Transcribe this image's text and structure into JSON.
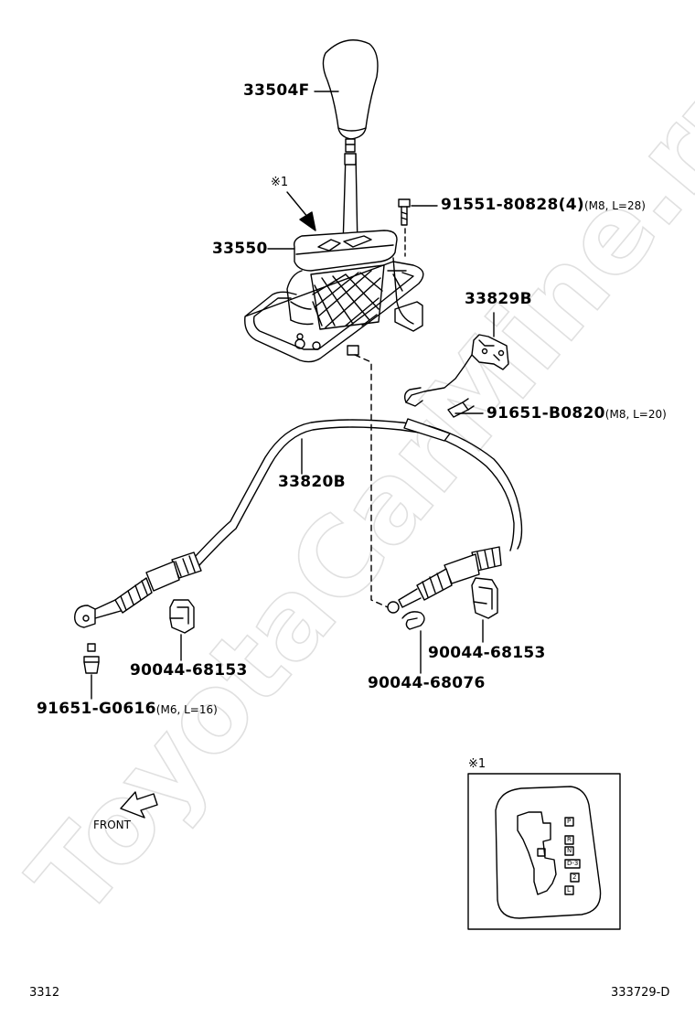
{
  "watermark": "ToyotaCarMine.ru",
  "parts": {
    "knob": "33504F",
    "shift_lever": "33550",
    "bolt_top": "91551-80828",
    "bolt_top_qty": "(4)",
    "bolt_top_spec": "(M8, L=28)",
    "bracket": "33829B",
    "bolt_bracket": "91651-B0820",
    "bolt_bracket_spec": "(M8, L=20)",
    "cable": "33820B",
    "clip_left": "90044-68153",
    "clip_right": "90044-68153",
    "bolt_left": "91651-G0616",
    "bolt_left_spec": "(M6, L=16)",
    "clip_pin": "90044-68076"
  },
  "callout_mark": "※1",
  "inset": {
    "mark": "※1",
    "gate_positions": [
      "P",
      "R",
      "N",
      "D-3",
      "2",
      "L"
    ]
  },
  "front_label": "FRONT",
  "footer": {
    "page": "3312",
    "code": "333729-D"
  }
}
